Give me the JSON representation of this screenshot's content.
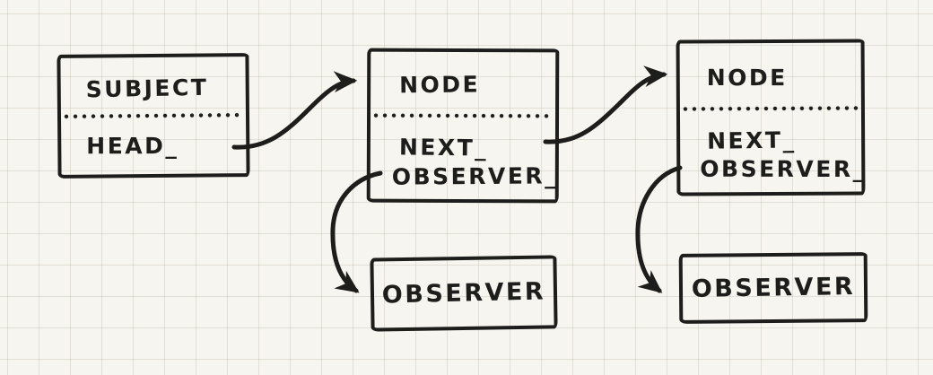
{
  "boxes": {
    "subject": {
      "title": "SUBJECT",
      "fields": [
        "HEAD_"
      ]
    },
    "node1": {
      "title": "NODE",
      "fields": [
        "NEXT_",
        "OBSERVER_"
      ]
    },
    "node2": {
      "title": "NODE",
      "fields": [
        "NEXT_",
        "OBSERVER_"
      ]
    },
    "observer1": {
      "title": "OBSERVER"
    },
    "observer2": {
      "title": "OBSERVER"
    }
  },
  "edges": [
    {
      "name": "head-to-node1",
      "from": "subject.HEAD_",
      "to": "node1"
    },
    {
      "name": "next-to-node2",
      "from": "node1.NEXT_",
      "to": "node2"
    },
    {
      "name": "node1-to-observer1",
      "from": "node1.OBSERVER_",
      "to": "observer1"
    },
    {
      "name": "node2-to-observer2",
      "from": "node2.OBSERVER_",
      "to": "observer2"
    }
  ],
  "colors": {
    "ink": "#1d1d1b",
    "paper": "#f7f5f0",
    "grid": "#d9d4c7"
  }
}
